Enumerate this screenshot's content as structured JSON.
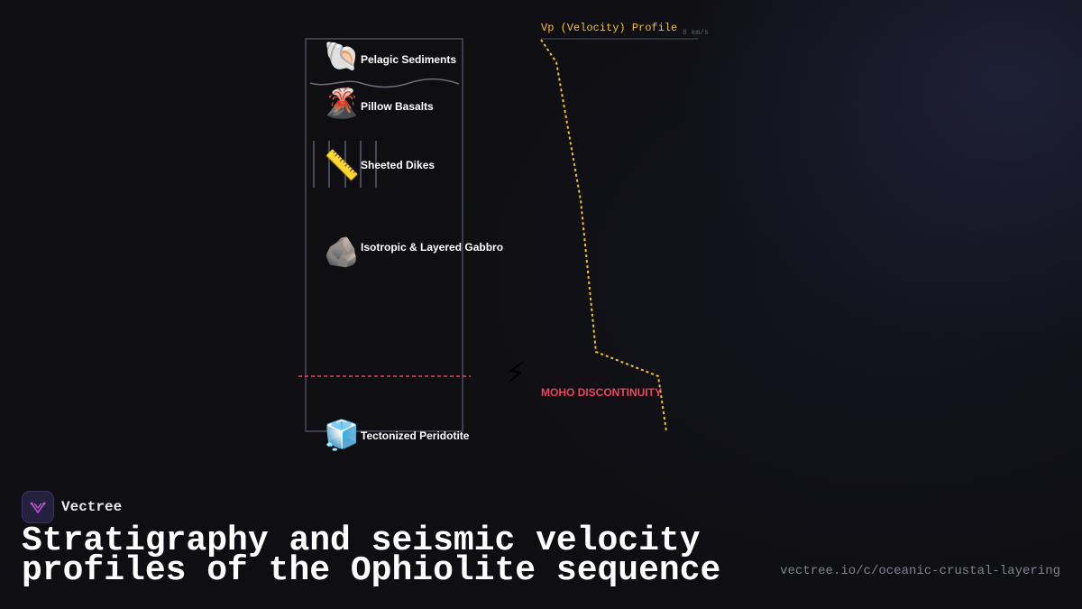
{
  "diagram": {
    "layers": [
      {
        "name": "Pelagic Sediments",
        "icon": "shell-icon",
        "glyph": "🐚"
      },
      {
        "name": "Pillow Basalts",
        "icon": "volcano-icon",
        "glyph": "🌋"
      },
      {
        "name": "Sheeted Dikes",
        "icon": "ruler-icon",
        "glyph": "📏"
      },
      {
        "name": "Isotropic & Layered Gabbro",
        "icon": "rock-icon",
        "glyph": "🪨"
      },
      {
        "name": "Tectonized Peridotite",
        "icon": "ice-cube-icon",
        "glyph": "🧊"
      }
    ],
    "moho": {
      "label": "MOHO DISCONTINUITY",
      "icon": "lightning-icon",
      "glyph": "⚡",
      "color": "#e8455a"
    },
    "profile": {
      "title": "Vp (Velocity) Profile",
      "axis_unit": "8 km/s",
      "line_color": "#f2c12e"
    }
  },
  "footer": {
    "brand": "Vectree",
    "title": "Stratigraphy and seismic velocity profiles of the Ophiolite sequence",
    "url": "vectree.io/c/oceanic-crustal-layering"
  },
  "colors": {
    "background": "#0f0f13",
    "column_border": "#4a4e5c",
    "accent": "#f2c12e",
    "moho": "#e8455a"
  }
}
